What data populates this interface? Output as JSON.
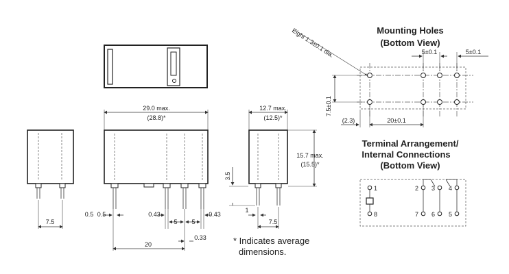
{
  "top_view": {
    "width": "29.0 max.",
    "width_avg": "(28.8)*",
    "pin_left_a": "0.5",
    "pin_left_b": "0.5",
    "pin_w_1": "0.43",
    "pitch_1": "5",
    "pitch_2": "5",
    "pin_w_2": "0.43",
    "span": "20",
    "pin_offset": "0.33"
  },
  "left_view": {
    "pitch": "7.5"
  },
  "side_view": {
    "depth": "12.7 max.",
    "depth_avg": "(12.5)*",
    "height": "15.7 max.",
    "height_avg": "(15.5)*",
    "pin_len": "3.5",
    "pin_w": "1",
    "pitch": "7.5"
  },
  "mounting_holes": {
    "title_line1": "Mounting Holes",
    "title_line2": "(Bottom View)",
    "hole_note": "Eight 1.3±0.1 dia.",
    "pitch_x_1": "5±0.1",
    "pitch_x_2": "5±0.1",
    "row_pitch": "7.5±0.1",
    "edge_offset": "(2.3)",
    "span": "20±0.1"
  },
  "terminal": {
    "title_line1": "Terminal Arrangement/",
    "title_line2": "Internal Connections",
    "title_line3": "(Bottom View)",
    "pins_top": [
      "1",
      "2",
      "3",
      "4"
    ],
    "pins_bottom": [
      "8",
      "7",
      "6",
      "5"
    ]
  },
  "footnote": {
    "line1": "* Indicates average",
    "line2": "dimensions."
  }
}
